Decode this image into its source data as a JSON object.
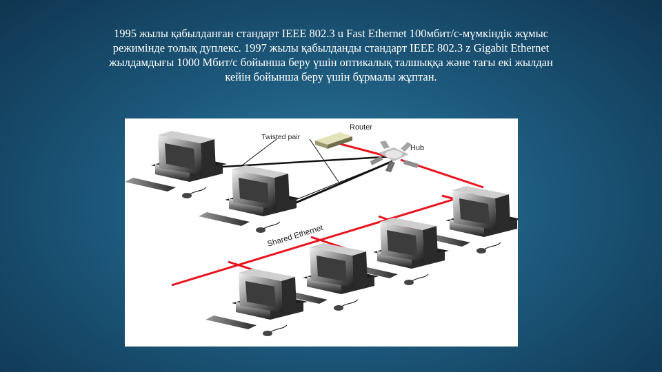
{
  "caption": {
    "line1": "1995 жылы қабылданған стандарт IEEE 802.3 u Fast Ethernet 100мбит/с-мүмкіндік жұмыс",
    "line2": "режимінде толық дуплекс. 1997 жылы қабылданды стандарт IEEE 802.3 z Gigabit Ethernet",
    "line3": "жылдамдығы 1000 Мбит/с бойынша беру үшін оптикалық талшыққа және тағы екі жылдан",
    "line4": "кейін бойынша беру үшін бұрмалы жұптан."
  },
  "diagram": {
    "labels": {
      "router": "Router",
      "hub": "Hub",
      "twisted_pair": "Twisted pair",
      "shared_ethernet": "Shared Ethernet"
    },
    "colors": {
      "shared_cable": "#e8141e",
      "twisted_pair_cable": "#111111"
    }
  }
}
